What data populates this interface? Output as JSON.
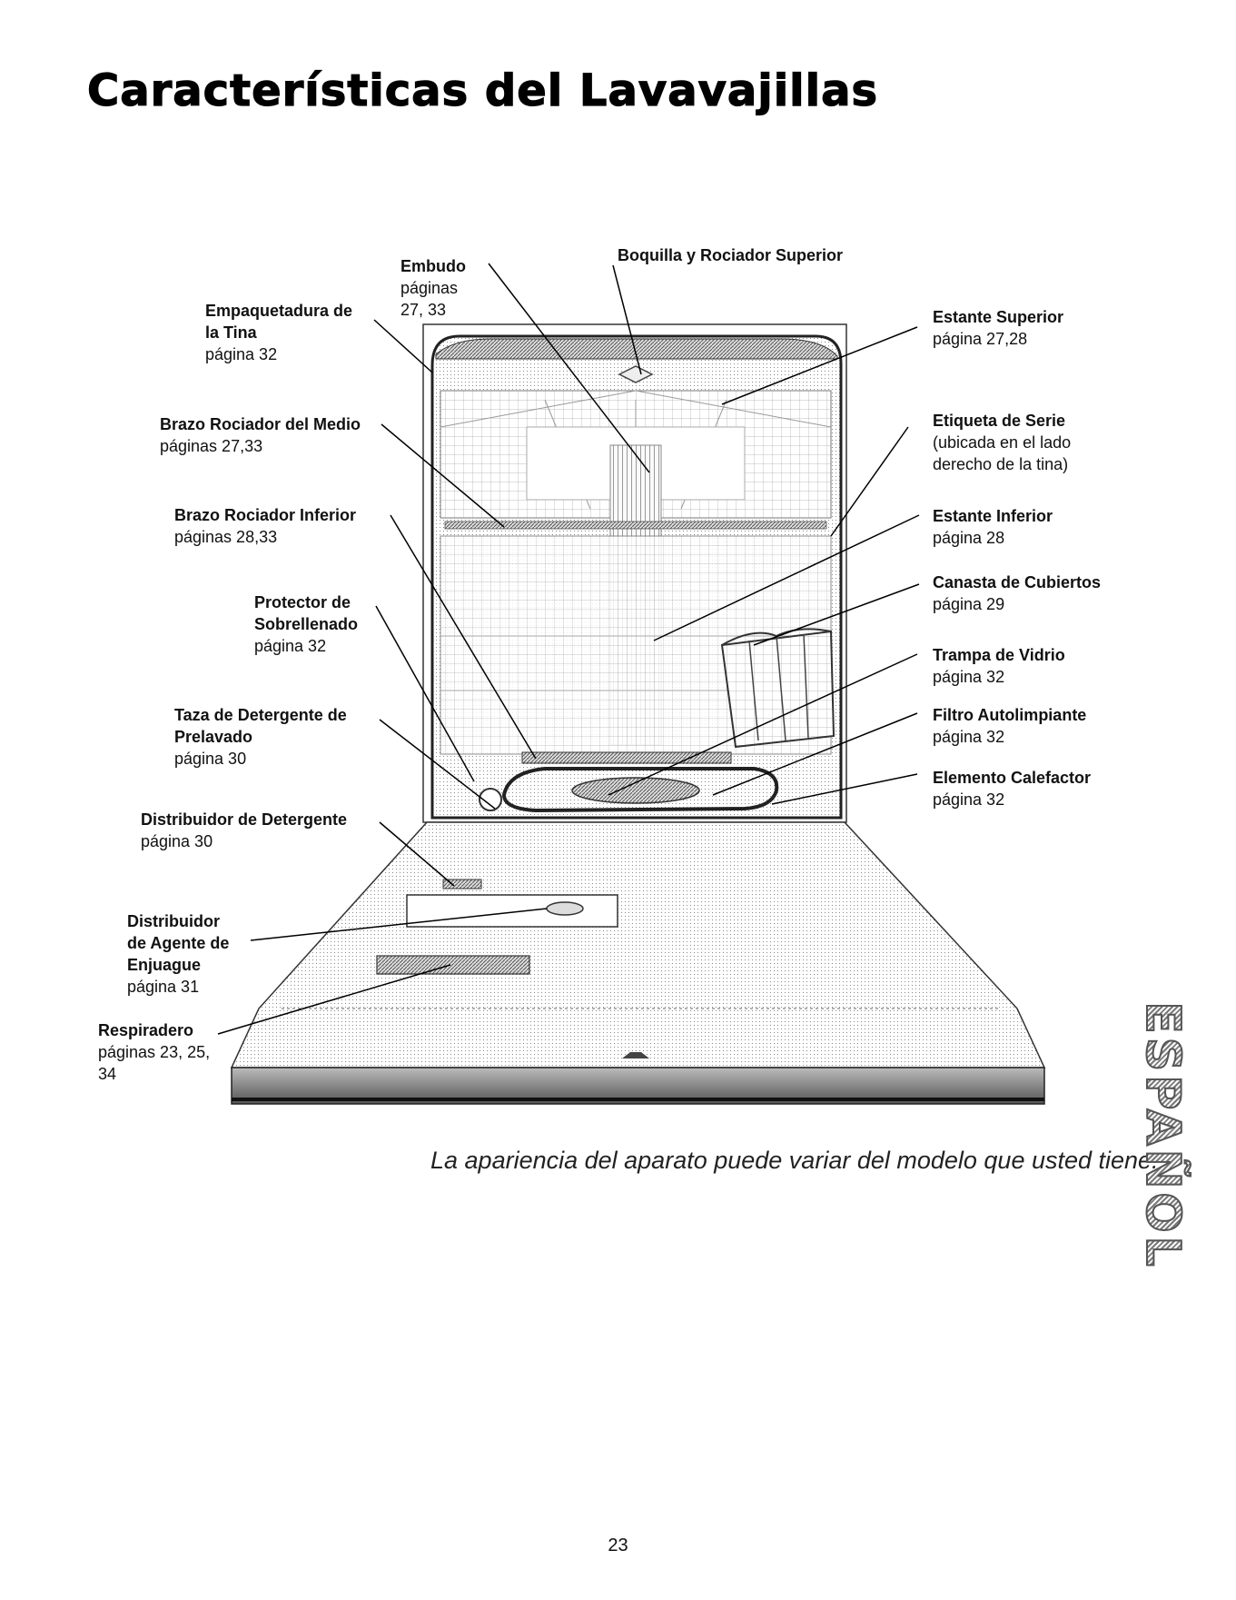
{
  "page": {
    "title": "Características del Lavavajillas",
    "caption": "La apariencia del aparato puede variar del modelo que usted tiene.",
    "page_number": "23",
    "side_tab": "ESPAÑOL"
  },
  "labels": {
    "embudo": {
      "name": "Embudo",
      "pages": [
        "páginas",
        "27, 33"
      ]
    },
    "boquilla": {
      "name": "Boquilla y Rociador Superior"
    },
    "empaquetadura": {
      "name": [
        "Empaquetadura de",
        "la Tina"
      ],
      "pages": "página 32"
    },
    "estante_superior": {
      "name": "Estante Superior",
      "pages": "página 27,28"
    },
    "brazo_medio": {
      "name": "Brazo Rociador del Medio",
      "pages": "páginas 27,33"
    },
    "etiqueta": {
      "name": "Etiqueta de Serie",
      "pages": [
        "(ubicada en el lado",
        "derecho de la tina)"
      ]
    },
    "brazo_inferior": {
      "name": "Brazo Rociador Inferior",
      "pages": "páginas 28,33"
    },
    "estante_inferior": {
      "name": "Estante Inferior",
      "pages": "página 28"
    },
    "protector": {
      "name": [
        "Protector de",
        "Sobrellenado"
      ],
      "pages": "página 32"
    },
    "canasta": {
      "name": "Canasta de Cubiertos",
      "pages": "página 29"
    },
    "trampa": {
      "name": "Trampa de Vidrio",
      "pages": "página 32"
    },
    "taza": {
      "name": [
        "Taza de Detergente de",
        "Prelavado"
      ],
      "pages": "página 30"
    },
    "filtro": {
      "name": "Filtro Autolimpiante",
      "pages": "página 32"
    },
    "elemento": {
      "name": "Elemento Calefactor",
      "pages": "página 32"
    },
    "distribuidor_det": {
      "name": "Distribuidor de Detergente",
      "pages": "página 30"
    },
    "distribuidor_enj": {
      "name": [
        "Distribuidor",
        "de Agente de",
        "Enjuague"
      ],
      "pages": "página 31"
    },
    "respiradero": {
      "name": "Respiradero",
      "pages": [
        "páginas 23, 25,",
        "34"
      ]
    }
  }
}
